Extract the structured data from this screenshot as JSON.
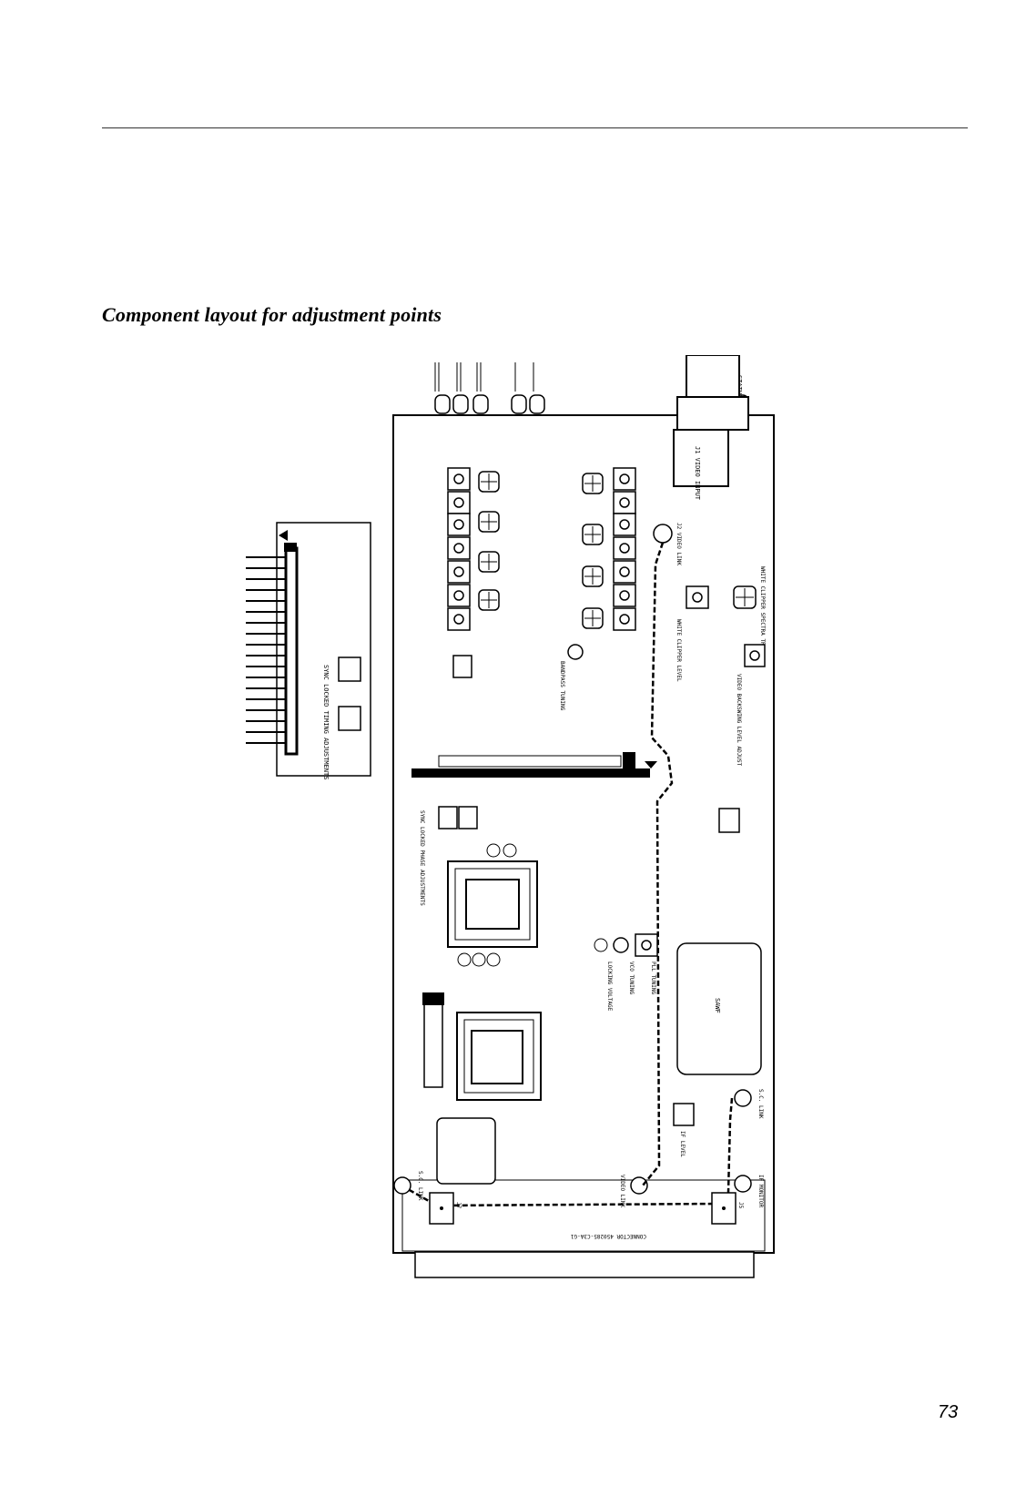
{
  "heading": "Component layout for adjustment points",
  "page_number": "73",
  "board_labels": {
    "connector": "CONNECTOR 450285-C3A-G1",
    "j7": "J7",
    "j5": "J5",
    "video_input": "J1 VIDEO INPUT",
    "video_link": "J2 VIDEO LINK",
    "status": "STATUS",
    "sync_locked_timing_adjustments": "SYNC LOCKED TIMING ADJUSTMENTS",
    "sync_locked_phase_adjustments": "SYNC LOCKED PHASE ADJUSTMENTS",
    "bandpass_tuning": "BANDPASS TUNING",
    "white_clipper_level": "WHITE CLIPPER LEVEL",
    "video_backswing_level_adjust": "VIDEO BACKSWING LEVEL ADJUST",
    "white_clipper_spectra_trap": "WHITE CLIPPER SPECTRA TRAP",
    "vco_tuning": "VCO TUNING",
    "locking_voltage": "LOCKING VOLTAGE",
    "pll_tuning": "PLL TUNING",
    "sawf": "SAWF",
    "if_level": "IF LEVEL",
    "if_monitor": "IF MONITOR",
    "video_link_bottom": "VIDEO LINK",
    "sc_link": "S.C. LINK"
  }
}
